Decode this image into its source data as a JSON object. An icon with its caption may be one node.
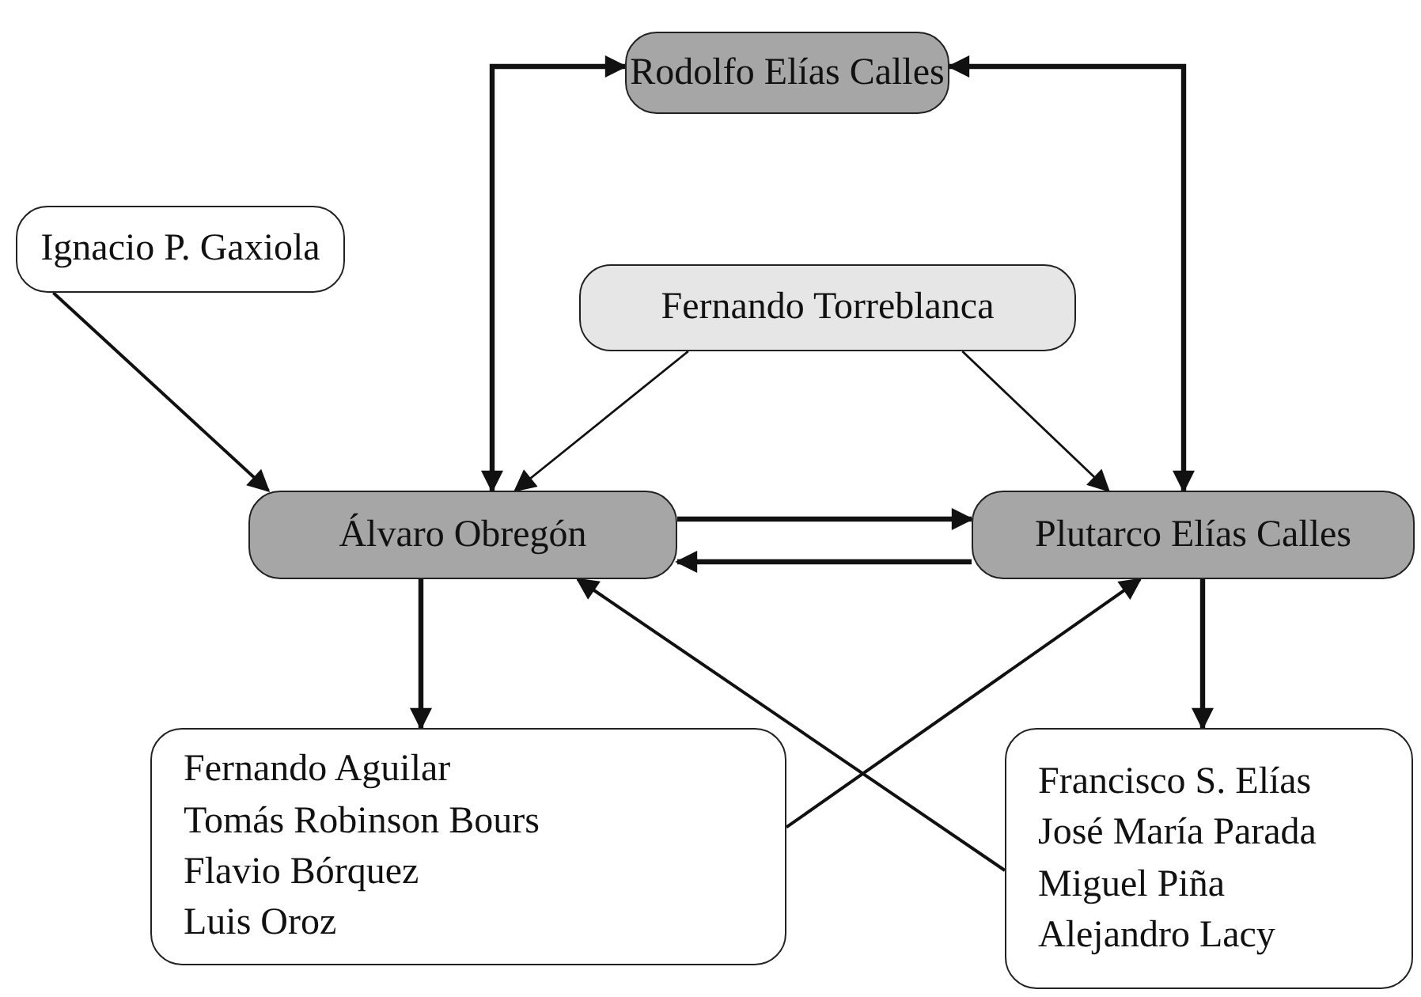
{
  "diagram": {
    "nodes": [
      {
        "text": [
          "Rodolfo Elías Calles"
        ]
      },
      {
        "text": [
          "Ignacio P. Gaxiola"
        ]
      },
      {
        "text": [
          "Fernando Torreblanca"
        ]
      },
      {
        "text": [
          "Álvaro Obregón"
        ]
      },
      {
        "text": [
          "Plutarco Elías Calles"
        ]
      },
      {
        "text": [
          "Fernando Aguilar",
          "Tomás Robinson Bours",
          "Flavio Bórquez",
          "Luis Oroz"
        ]
      },
      {
        "text": [
          "Francisco S. Elías",
          "José María Parada",
          "Miguel Piña",
          "Alejandro Lacy"
        ]
      }
    ],
    "edges": [
      {
        "from": 0,
        "to": 3,
        "arrow": "both"
      },
      {
        "from": 0,
        "to": 4,
        "arrow": "both"
      },
      {
        "from": 1,
        "to": 3,
        "arrow": "to"
      },
      {
        "from": 2,
        "to": 3,
        "arrow": "to"
      },
      {
        "from": 2,
        "to": 4,
        "arrow": "to"
      },
      {
        "from": 3,
        "to": 4,
        "arrow": "to"
      },
      {
        "from": 4,
        "to": 3,
        "arrow": "to"
      },
      {
        "from": 3,
        "to": 5,
        "arrow": "to"
      },
      {
        "from": 4,
        "to": 6,
        "arrow": "to"
      },
      {
        "from": 5,
        "to": 4,
        "arrow": "to"
      },
      {
        "from": 6,
        "to": 3,
        "arrow": "to"
      }
    ]
  }
}
